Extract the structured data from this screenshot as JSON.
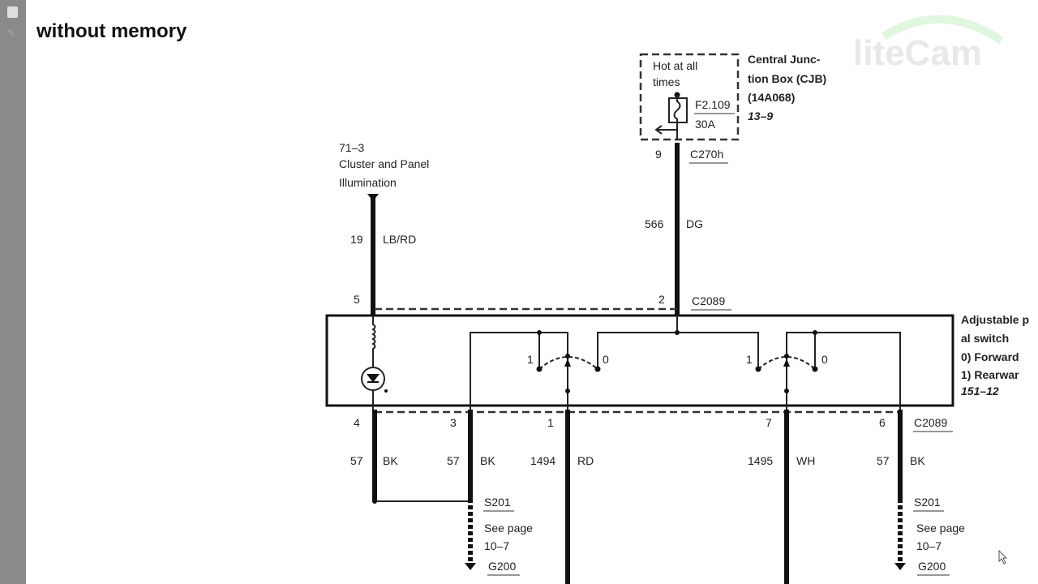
{
  "title": "without memory",
  "watermark": "liteCam",
  "cjb": {
    "hot": [
      "Hot at all",
      "times"
    ],
    "fuse": "F2.109",
    "amps": "30A",
    "label": [
      "Central Junc-",
      "tion Box (CJB)",
      "(14A068)"
    ],
    "ref": "13–9",
    "pin": "9",
    "connector": "C270h"
  },
  "feed": {
    "ref": "71–3",
    "label": [
      "Cluster and Panel",
      "Illumination"
    ],
    "circuit": "19",
    "color": "LB/RD",
    "pin": "5"
  },
  "dg": {
    "circuit": "566",
    "color": "DG",
    "pin": "2",
    "connector": "C2089"
  },
  "switch": {
    "label": [
      "Adjustable p",
      "al switch"
    ],
    "pos0": "0)   Forward",
    "pos1": "1)   Rearwar",
    "ref": "151–12",
    "c1": "1",
    "c0": "0"
  },
  "bottom": {
    "connector": "C2089",
    "pins": [
      {
        "pin": "4",
        "circuit": "57",
        "color": "BK"
      },
      {
        "pin": "3",
        "circuit": "57",
        "color": "BK"
      },
      {
        "pin": "1",
        "circuit": "1494",
        "color": "RD"
      },
      {
        "pin": "7",
        "circuit": "1495",
        "color": "WH"
      },
      {
        "pin": "6",
        "circuit": "57",
        "color": "BK"
      }
    ]
  },
  "ground": {
    "splice": "S201",
    "see": "See page",
    "page": "10–7",
    "ground": "G200"
  }
}
